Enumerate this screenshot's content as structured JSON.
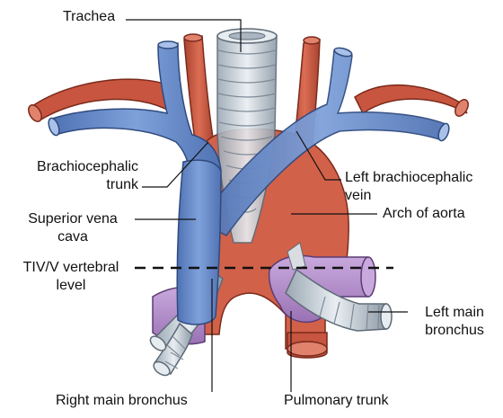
{
  "labels": {
    "trachea": "Trachea",
    "brachiocephalic_trunk": [
      "Brachiocephalic",
      "trunk"
    ],
    "left_brachiocephalic_vein": [
      "Left brachiocephalic",
      "vein"
    ],
    "superior_vena_cava": [
      "Superior vena",
      "cava"
    ],
    "arch_of_aorta": "Arch of aorta",
    "vertebral_level": [
      "TIV/V vertebral",
      "level"
    ],
    "left_main_bronchus": [
      "Left main",
      "bronchus"
    ],
    "right_main_bronchus": "Right main bronchus",
    "pulmonary_trunk": "Pulmonary trunk"
  },
  "colors": {
    "vein_blue": "#6b8ecb",
    "artery_red": "#c8553f",
    "aorta_red": "#d2614a",
    "trachea_gray": "#c9d3dc",
    "pulmonary_purple": "#b491cb",
    "leader_line": "#111111"
  }
}
